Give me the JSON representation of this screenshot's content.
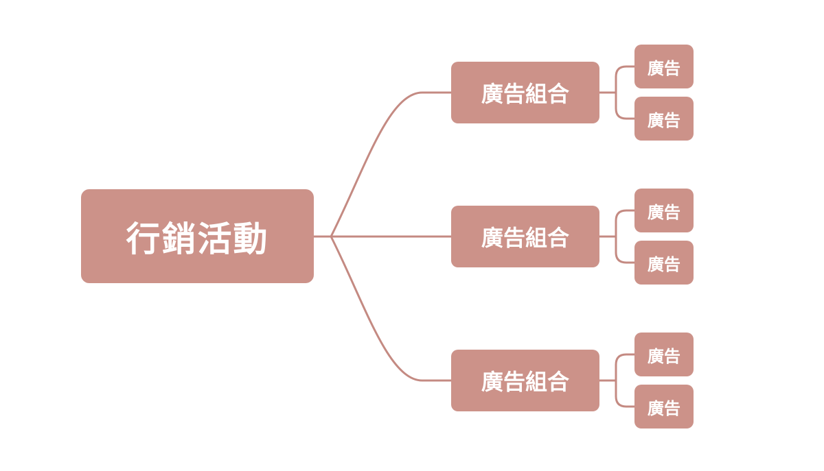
{
  "diagram": {
    "colors": {
      "node_fill": "#cc9289",
      "connector": "#c48a82",
      "text": "#ffffff",
      "background": "#ffffff"
    },
    "root": {
      "label": "行銷活動"
    },
    "groups": [
      {
        "label": "廣告組合",
        "children": [
          {
            "label": "廣告"
          },
          {
            "label": "廣告"
          }
        ]
      },
      {
        "label": "廣告組合",
        "children": [
          {
            "label": "廣告"
          },
          {
            "label": "廣告"
          }
        ]
      },
      {
        "label": "廣告組合",
        "children": [
          {
            "label": "廣告"
          },
          {
            "label": "廣告"
          }
        ]
      }
    ]
  }
}
